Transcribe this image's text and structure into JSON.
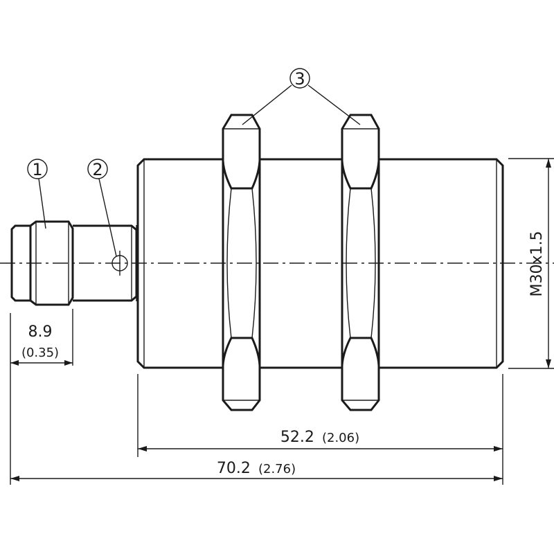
{
  "callouts": {
    "c1": "1",
    "c2": "2",
    "c3": "3"
  },
  "dimensions": {
    "connector_length": {
      "metric": "8.9",
      "imperial": "(0.35)"
    },
    "body_length": {
      "metric": "52.2",
      "imperial": "(2.06)"
    },
    "total_length": {
      "metric": "70.2",
      "imperial": "(2.76)"
    },
    "thread": "M30x1.5"
  }
}
